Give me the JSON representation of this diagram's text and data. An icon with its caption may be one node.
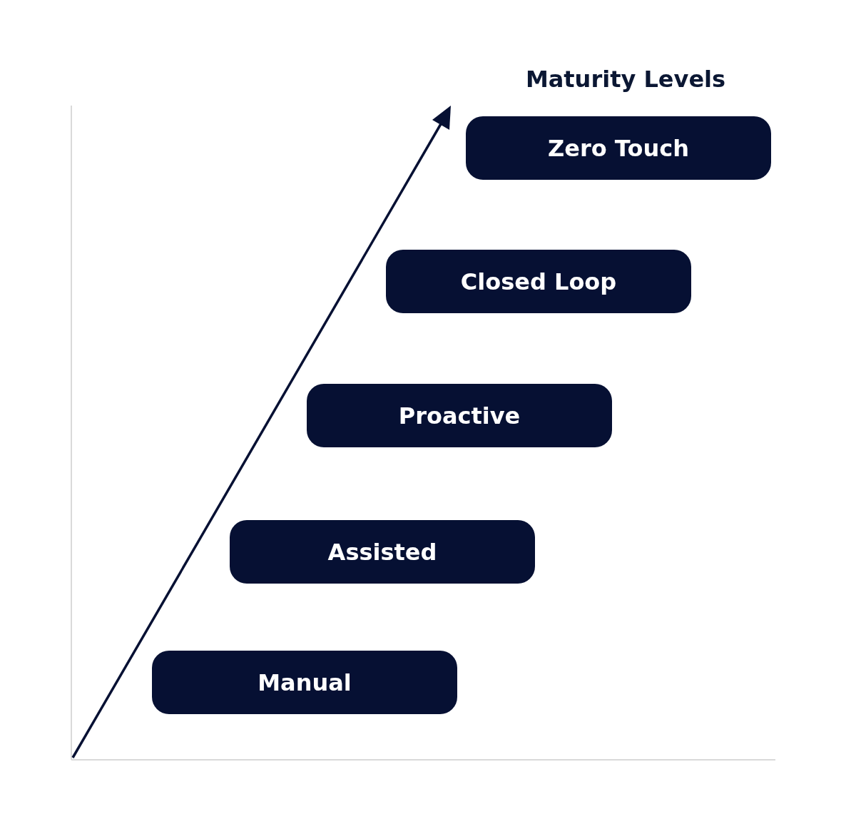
{
  "diagram": {
    "title": "Maturity Levels",
    "nodes": [
      {
        "text": [
          "Zero Touch"
        ]
      },
      {
        "text": [
          "Closed Loop"
        ]
      },
      {
        "text": [
          "Proactive"
        ]
      },
      {
        "text": [
          "Assisted"
        ]
      },
      {
        "text": [
          "Manual"
        ]
      }
    ]
  }
}
